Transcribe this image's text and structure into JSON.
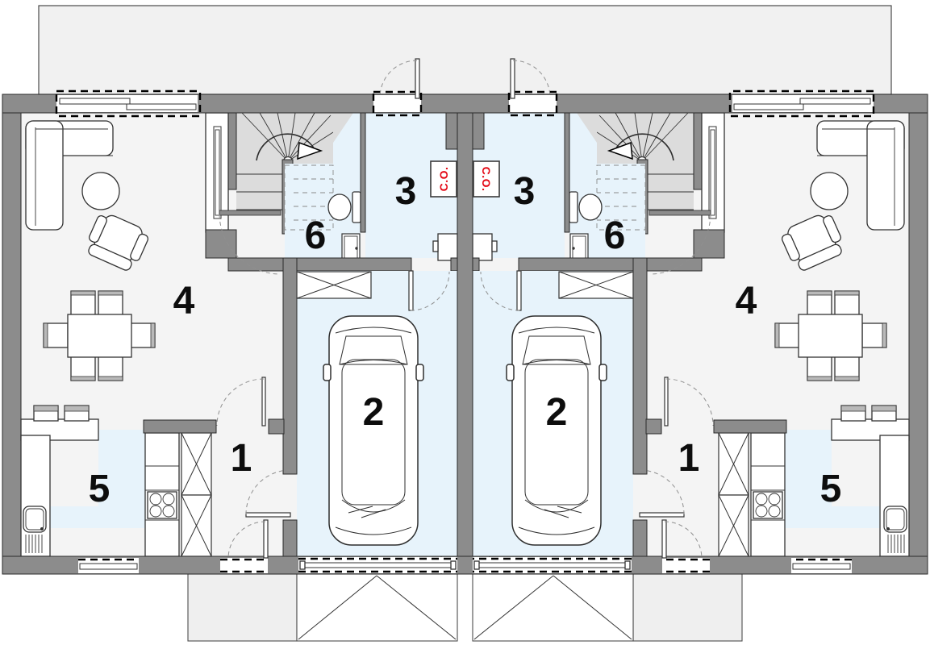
{
  "plan": {
    "type": "duplex-ground-floor-plan",
    "units": [
      "left",
      "right"
    ]
  },
  "room_labels": {
    "left": [
      "1",
      "2",
      "3",
      "4",
      "5",
      "6"
    ],
    "right": [
      "1",
      "2",
      "3",
      "4",
      "5",
      "6"
    ]
  },
  "heating_label": "C.O.",
  "palette": {
    "wall": "#8c8c8c",
    "floor": "#f4f4f4",
    "tile": "#e7f3fb",
    "stair": "#dcdcdc",
    "red": "#e30613",
    "roof": "#f1f1f1",
    "ink": "#0d0d0d"
  }
}
